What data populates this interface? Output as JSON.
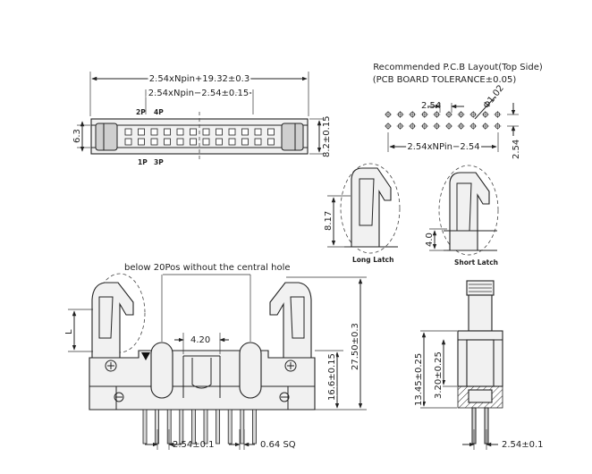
{
  "top_view": {
    "overall_length": "2.54xNpin+19.32±0.3",
    "pin_span": "2.54xNpin−2.54±0.15",
    "width": "6.3",
    "height": "8.2±0.15",
    "pin_labels": [
      "2P",
      "4P",
      "1P",
      "3P"
    ]
  },
  "pcb_layout": {
    "title": "Recommended P.C.B Layout(Top Side)",
    "tolerance": "(PCB BOARD TOLERANCE±0.05)",
    "pitch": "2.54",
    "hole": "Φ1.02",
    "span": "2.54xNPin−2.54",
    "row_pitch": "2.54"
  },
  "latch_long": {
    "label": "Long Latch",
    "height": "8.17"
  },
  "latch_short": {
    "label": "Short Latch",
    "height": "4.0"
  },
  "front_view": {
    "note": "below 20Pos without the central hole",
    "key_width": "4.20",
    "latch_dim": "L",
    "total_height": "27.50±0.3",
    "body_height": "16.6±0.15",
    "pitch": "2.54±0.1",
    "pin_size": "0.64 SQ"
  },
  "side_view": {
    "height_a": "13.45±0.25",
    "height_b": "3.20±0.25",
    "pitch": "2.54±0.1"
  }
}
